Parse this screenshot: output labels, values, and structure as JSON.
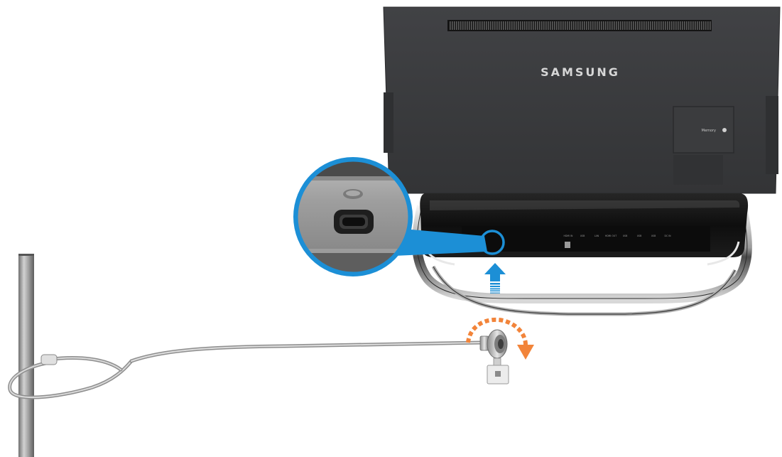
{
  "monitor": {
    "brand": "SAMSUNG",
    "memory_label": "Memory",
    "body_color": "#3a3b3d",
    "stand_color": "#1a1a1a"
  },
  "ports": {
    "labels": [
      "HDMI IN",
      "USB",
      "LAN",
      "HDMI OUT",
      "USB",
      "USB",
      "USB",
      "DC IN"
    ]
  },
  "callout": {
    "ring_color": "#1c8fd6",
    "subject": "kensington-lock-slot"
  },
  "arrows": {
    "insert_arrow_icon": "up-arrow-icon",
    "insert_arrow_color": "#1c8fd6",
    "rotate_arrow_icon": "clockwise-rotate-icon",
    "rotate_arrow_color": "#f2843a"
  },
  "lock": {
    "cable_color": "#b8b8b8",
    "pole_color": "#9a9a9a"
  }
}
